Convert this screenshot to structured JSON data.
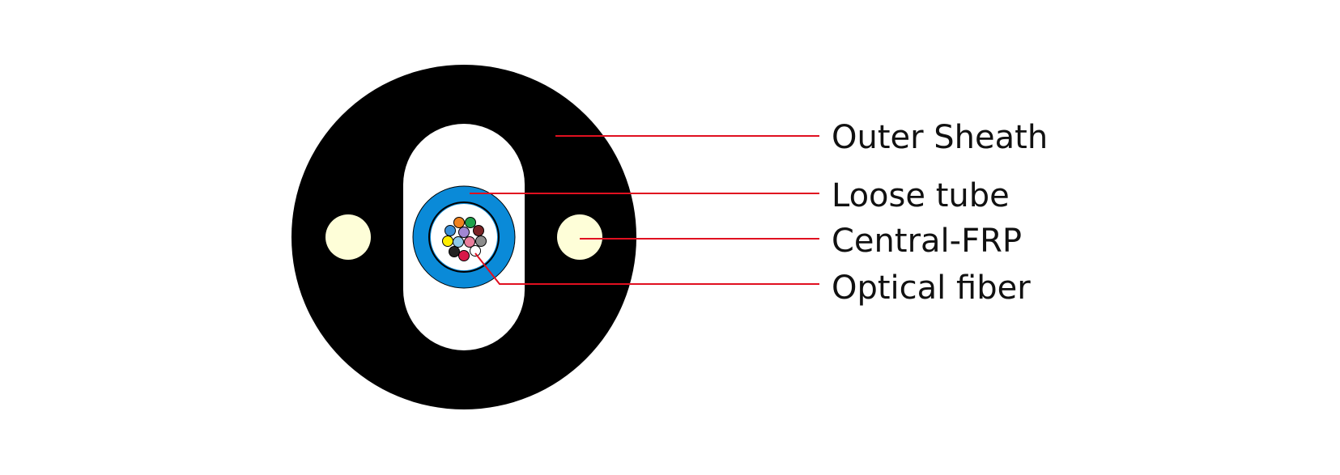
{
  "labels": {
    "outer_sheath": "Outer Sheath",
    "loose_tube": "Loose tube",
    "central_frp": "Central-FRP",
    "optical_fiber": "Optical fiber"
  },
  "colors": {
    "sheath": "#000000",
    "cavity": "#ffffff",
    "loose_tube": "#0a8ad8",
    "frp": "#fefed8",
    "leader": "#e01020"
  },
  "fibers": [
    {
      "color": "#f0821e"
    },
    {
      "color": "#1fa14a"
    },
    {
      "color": "#3a8fd6"
    },
    {
      "color": "#a287d2"
    },
    {
      "color": "#7a2325"
    },
    {
      "color": "#ffee00"
    },
    {
      "color": "#8ec8e8"
    },
    {
      "color": "#e97d9b"
    },
    {
      "color": "#8c8c8c"
    },
    {
      "color": "#222222"
    },
    {
      "color": "#ffffff"
    },
    {
      "color": "#d81848"
    }
  ]
}
